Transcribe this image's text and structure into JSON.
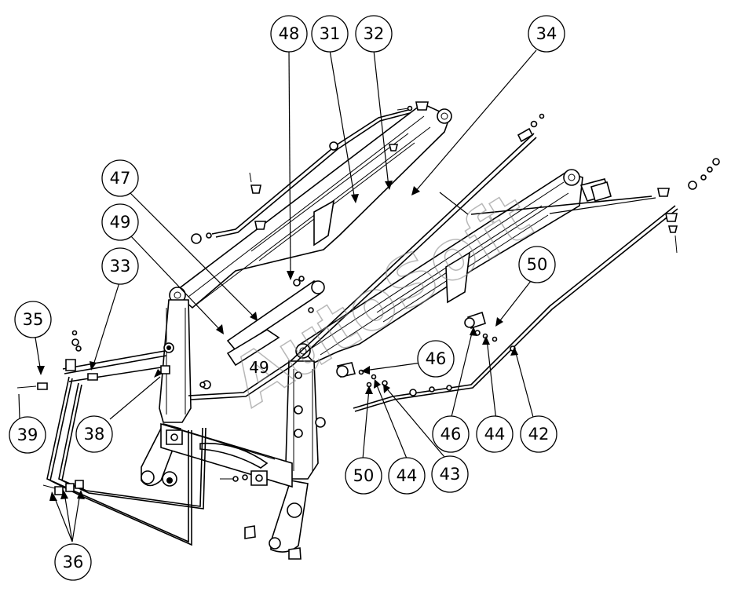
{
  "watermark": "AutoSoft",
  "callouts": [
    {
      "id": "c48",
      "label": "48"
    },
    {
      "id": "c31",
      "label": "31"
    },
    {
      "id": "c32",
      "label": "32"
    },
    {
      "id": "c34",
      "label": "34"
    },
    {
      "id": "c47",
      "label": "47"
    },
    {
      "id": "c49a",
      "label": "49"
    },
    {
      "id": "c33",
      "label": "33"
    },
    {
      "id": "c35",
      "label": "35"
    },
    {
      "id": "c39",
      "label": "39"
    },
    {
      "id": "c38",
      "label": "38"
    },
    {
      "id": "c36",
      "label": "36"
    },
    {
      "id": "c50a",
      "label": "50"
    },
    {
      "id": "c46a",
      "label": "46"
    },
    {
      "id": "c46b",
      "label": "46"
    },
    {
      "id": "c44a",
      "label": "44"
    },
    {
      "id": "c42",
      "label": "42"
    },
    {
      "id": "c50b",
      "label": "50"
    },
    {
      "id": "c44b",
      "label": "44"
    },
    {
      "id": "c43",
      "label": "43"
    }
  ],
  "inline_labels": [
    {
      "id": "l49",
      "label": "49"
    }
  ]
}
